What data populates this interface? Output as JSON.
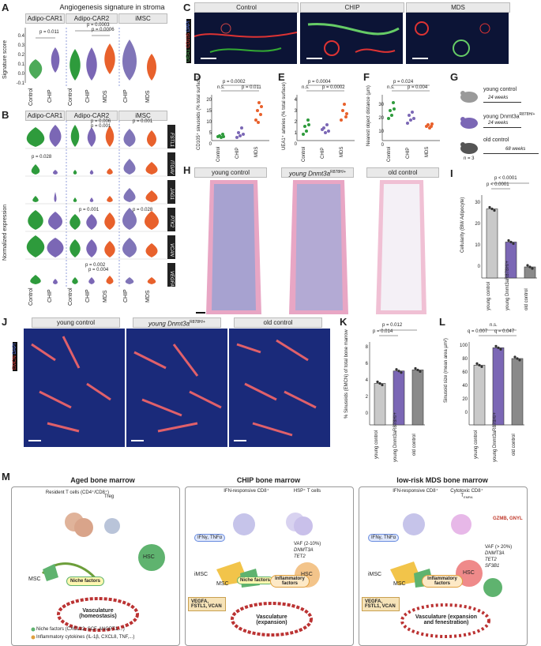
{
  "colors": {
    "control": "#2e9b3c",
    "chip": "#7b67b5",
    "mds": "#e8612c",
    "imsc": "#8075b8",
    "grey": "#9a9a9a",
    "red": "#c0392b"
  },
  "panelA": {
    "letter": "A",
    "title": "Angiogenesis signature in stroma",
    "groups": [
      "Adipo-CAR1",
      "Adipo-CAR2",
      "iMSC"
    ],
    "ylabel": "Signature score",
    "yticks": [
      "0.4",
      "0.3",
      "0.2",
      "0.1",
      "0.0",
      "-0.1"
    ],
    "xlabels": [
      "Control",
      "CHIP",
      "Control",
      "CHIP",
      "MDS",
      "CHIP",
      "MDS"
    ],
    "pvals": [
      "p = 0.011",
      "p = 0.0003",
      "p = 0.0006"
    ]
  },
  "panelB": {
    "letter": "B",
    "groups": [
      "Adipo-CAR1",
      "Adipo-CAR2",
      "iMSC"
    ],
    "ylabel": "Normalized expression",
    "genes": [
      "FSTL1",
      "ITGAV",
      "JAG1",
      "PTK2",
      "VCAN",
      "VEGFA"
    ],
    "xlabels": [
      "Control",
      "CHIP",
      "Control",
      "CHIP",
      "MDS",
      "CHIP",
      "MDS"
    ],
    "pvals": [
      "p = 0.006",
      "p = 0.001",
      "p = 0.001",
      "p = 0.028",
      "p = 0.001",
      "p = 0.028",
      "p = 0.002",
      "p = 0.004"
    ]
  },
  "panelC": {
    "letter": "C",
    "titles": [
      "Control",
      "CHIP",
      "MDS"
    ],
    "stain_ucea": "UEA1",
    "stain_cd": "CD105",
    "stain_dapi": "DAPI"
  },
  "panelD": {
    "letter": "D",
    "ylabel": "CD105⁺ sinusoids (% total surface)",
    "xlabels": [
      "Control",
      "CHIP",
      "MDS"
    ],
    "pvals": [
      "p = 0.0002",
      "p = 0.011",
      "n.s."
    ],
    "yticks": [
      "20",
      "15",
      "10",
      "5",
      "0"
    ]
  },
  "panelE": {
    "letter": "E",
    "ylabel": "UEA1⁺ arteries (% total surface)",
    "xlabels": [
      "Control",
      "CHIP",
      "MDS"
    ],
    "pvals": [
      "p = 0.0004",
      "n.s.",
      "p = 0.0002"
    ],
    "yticks": [
      "4",
      "3",
      "2",
      "1",
      "0"
    ]
  },
  "panelF": {
    "letter": "F",
    "ylabel": "Nearest object distance (µm)",
    "xlabels": [
      "Control",
      "CHIP",
      "MDS"
    ],
    "pvals": [
      "p = 0.024",
      "n.s.",
      "p = 0.004"
    ],
    "yticks": [
      "30",
      "20",
      "10",
      "0"
    ]
  },
  "panelG": {
    "letter": "G",
    "rows": [
      {
        "label": "young control",
        "weeks": "24 weeks"
      },
      {
        "label": "young Dnmt3a",
        "sup": "R878H/+",
        "weeks": "24 weeks"
      },
      {
        "label": "old control",
        "weeks": "68 weeks"
      }
    ],
    "n": "n = 3"
  },
  "panelH": {
    "letter": "H",
    "titles": [
      "young control",
      "young Dnmt3a",
      "old control"
    ],
    "sup": "R878H/+"
  },
  "panelI": {
    "letter": "I",
    "ylabel": "Cellularity (BM/ Adipocyte)",
    "pvals": [
      "p < 0.0001",
      "p < 0.0001"
    ],
    "yticks": [
      "30",
      "20",
      "10",
      "0"
    ],
    "xlabels": [
      "young control",
      "young Dnmt3aR878H/+",
      "old control"
    ]
  },
  "panelJ": {
    "letter": "J",
    "titles": [
      "young control",
      "young Dnmt3a",
      "old control"
    ],
    "sup": "R878H/+",
    "stain_emcn": "EMCN",
    "stain_dapi": "DAPI"
  },
  "panelK": {
    "letter": "K",
    "ylabel": "% Sinusoids (EMCN) of total bone marrow",
    "pvals": [
      "p = 0.012",
      "p = 0.014"
    ],
    "yticks": [
      "8",
      "6",
      "4",
      "2",
      "0"
    ],
    "xlabels": [
      "young control",
      "young Dnmt3aR878H/+",
      "old control"
    ]
  },
  "panelL": {
    "letter": "L",
    "ylabel": "Sinusoid size (mean area µm²)",
    "pvals": [
      "n.s.",
      "q = 0.007",
      "q = 0.047"
    ],
    "yticks": [
      "100",
      "80",
      "60",
      "40",
      "20",
      "0"
    ],
    "xlabels": [
      "young control",
      "young Dnmt3aR878H/+",
      "old control"
    ]
  },
  "panelM": {
    "letter": "M",
    "aged": {
      "title": "Aged bone marrow",
      "tcells": "Resident T cells (CD4⁺/CD8⁺)",
      "treg": "Treg",
      "hsc": "HSC",
      "msc": "MSC",
      "niche": "Niche factors",
      "vasc": "Vasculature (homeostasis)",
      "legend1": "Niche factors (CXCL12, SCF, ANGPT1,...)",
      "legend2": "Inflammatory cytokines (IL-1β, CXCL8, TNF,...)"
    },
    "chip": {
      "title": "CHIP bone marrow",
      "ifn": "IFN-responsive CD8⁺",
      "hsp": "HSP⁺ T cells",
      "ifng": "IFNγ, TNFα",
      "vaf": "VAF (2-10%)",
      "mut1": "DNMT3A",
      "mut2": "TET2",
      "imsc": "iMSC",
      "msc": "MSC",
      "niche": "Niche factors",
      "infl": "Inflammatory factors",
      "hsc": "HSC",
      "vegfa": "VEGFA, FSTL1, VCAN",
      "vasc": "Vasculature (expansion)"
    },
    "mds": {
      "title": "low-risk MDS bone marrow",
      "ifn": "IFN-responsive CD8⁺",
      "cyto": "Cytotoxic CD8⁺ T",
      "temra": "EMRA",
      "gzmb": "GZMB, GNYL",
      "ifng": "IFNγ, TNFα",
      "vaf": "VAF (> 20%)",
      "mut1": "DNMT3A",
      "mut2": "TET2",
      "mut3": "SF3B1",
      "imsc": "iMSC",
      "msc": "MSC",
      "infl": "Inflammatory factors",
      "hsc": "HSC",
      "vegfa": "VEGFA, FSTL1, VCAN",
      "vasc": "Vasculature (expansion and fenestration)"
    }
  },
  "chart_data": [
    {
      "type": "bar",
      "title": "",
      "categories": [
        "young control",
        "young Dnmt3aR878H/+",
        "old control"
      ],
      "values": [
        25,
        13,
        4
      ],
      "ylabel": "Cellularity (BM/ Adipocyte)",
      "ylim": [
        0,
        30
      ]
    },
    {
      "type": "bar",
      "title": "",
      "categories": [
        "young control",
        "young Dnmt3aR878H/+",
        "old control"
      ],
      "values": [
        4,
        5.2,
        5.3
      ],
      "ylabel": "% Sinusoids (EMCN) of total bone marrow",
      "ylim": [
        0,
        8
      ]
    },
    {
      "type": "bar",
      "title": "",
      "categories": [
        "young control",
        "young Dnmt3aR878H/+",
        "old control"
      ],
      "values": [
        72,
        93,
        80
      ],
      "ylabel": "Sinusoid size (mean area µm²)",
      "ylim": [
        0,
        100
      ]
    }
  ]
}
